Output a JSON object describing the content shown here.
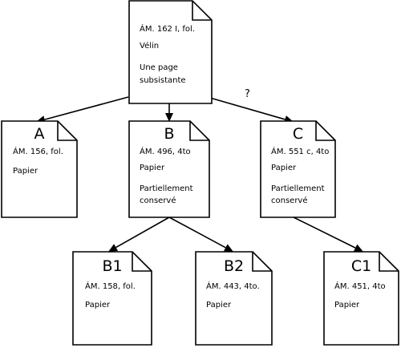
{
  "documents": {
    "root": {
      "letter": "",
      "ref": "ÁM. 162 I, fol.",
      "material": "Vélin",
      "note_1": "Une page",
      "note_2": "subsistante"
    },
    "a": {
      "letter": "A",
      "ref": "ÁM. 156, fol.",
      "material": "Papier"
    },
    "b": {
      "letter": "B",
      "ref": "ÁM. 496, 4to",
      "material": "Papier",
      "note_1": "Partiellement",
      "note_2": "conservé"
    },
    "c": {
      "letter": "C",
      "ref": "ÁM. 551 c, 4to",
      "material": "Papier",
      "note_1": "Partiellement",
      "note_2": "conservé"
    },
    "b1": {
      "letter": "B1",
      "ref": "ÁM. 158, fol.",
      "material": "Papier"
    },
    "b2": {
      "letter": "B2",
      "ref": "ÁM. 443, 4to.",
      "material": "Papier"
    },
    "c1": {
      "letter": "C1",
      "ref": "ÁM. 451, 4to",
      "material": "Papier"
    }
  },
  "edges": [
    {
      "from": "root",
      "to": "a",
      "label": ""
    },
    {
      "from": "root",
      "to": "b",
      "label": ""
    },
    {
      "from": "root",
      "to": "c",
      "label": "?"
    },
    {
      "from": "b",
      "to": "b1",
      "label": ""
    },
    {
      "from": "b",
      "to": "b2",
      "label": ""
    },
    {
      "from": "c",
      "to": "c1",
      "label": ""
    }
  ],
  "colors": {
    "stroke": "#000000",
    "background": "#ffffff"
  },
  "icons": {
    "document": "document-page-icon"
  }
}
